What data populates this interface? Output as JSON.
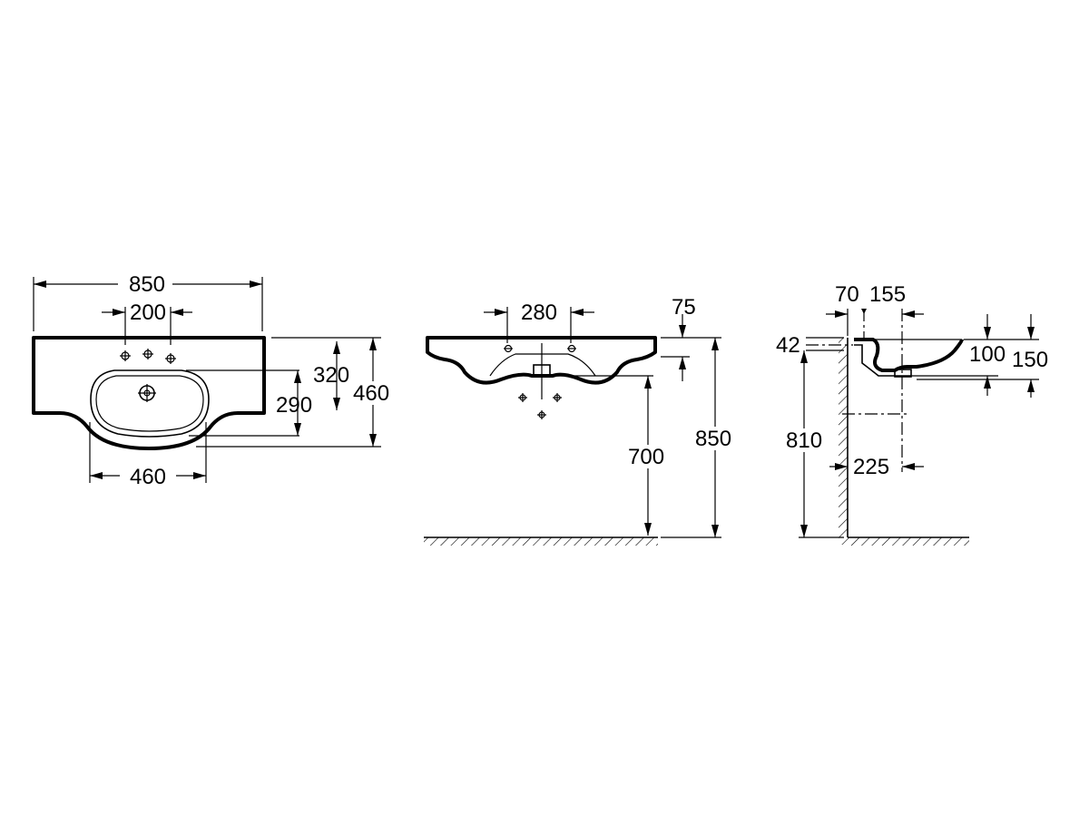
{
  "top_view": {
    "width": "850",
    "tap_spacing": "200",
    "bowl_depth": "320",
    "bowl_to_tap": "290",
    "depth": "460",
    "bowl_width": "460"
  },
  "front_view": {
    "tap_spacing": "280",
    "rim_height": "75",
    "waste_height": "700",
    "total_height": "850"
  },
  "side_view": {
    "wall_offset": "70",
    "tap_offset": "155",
    "top_thickness": "42",
    "bowl_depth": "100",
    "overall_depth": "150",
    "fixing_height": "810",
    "waste_offset": "225"
  }
}
